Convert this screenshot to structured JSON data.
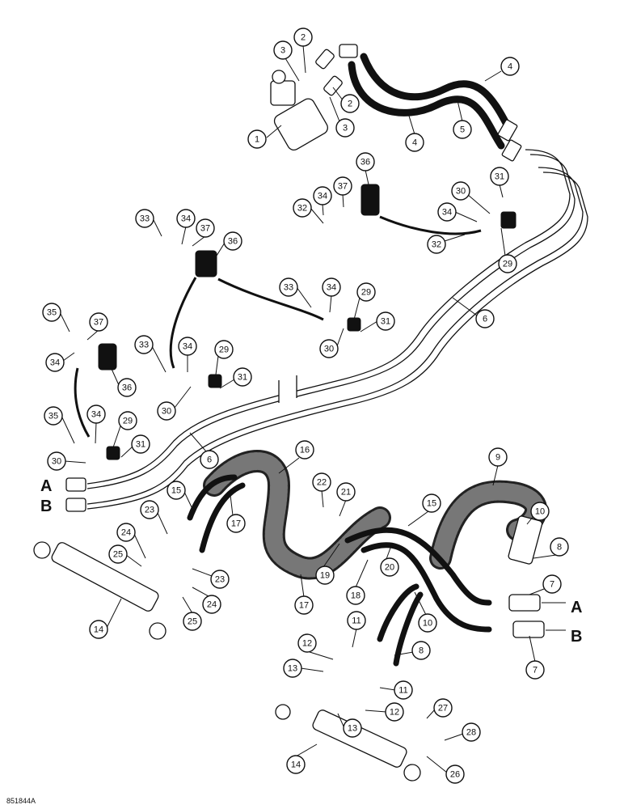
{
  "figure_id": "851844A",
  "line_labels": [
    "A",
    "B",
    "A",
    "B"
  ],
  "callouts": [
    "1",
    "2",
    "3",
    "2",
    "3",
    "4",
    "4",
    "5",
    "36",
    "37",
    "34",
    "32",
    "31",
    "30",
    "34",
    "32",
    "29",
    "33",
    "34",
    "37",
    "36",
    "6",
    "33",
    "34",
    "29",
    "31",
    "30",
    "35",
    "37",
    "34",
    "36",
    "33",
    "34",
    "29",
    "31",
    "30",
    "35",
    "34",
    "29",
    "31",
    "30",
    "6",
    "16",
    "9",
    "22",
    "21",
    "15",
    "15",
    "10",
    "23",
    "24",
    "25",
    "17",
    "8",
    "23",
    "24",
    "25",
    "14",
    "7",
    "19",
    "18",
    "20",
    "17",
    "10",
    "11",
    "8",
    "12",
    "13",
    "11",
    "12",
    "13",
    "7",
    "27",
    "28",
    "14",
    "26"
  ]
}
